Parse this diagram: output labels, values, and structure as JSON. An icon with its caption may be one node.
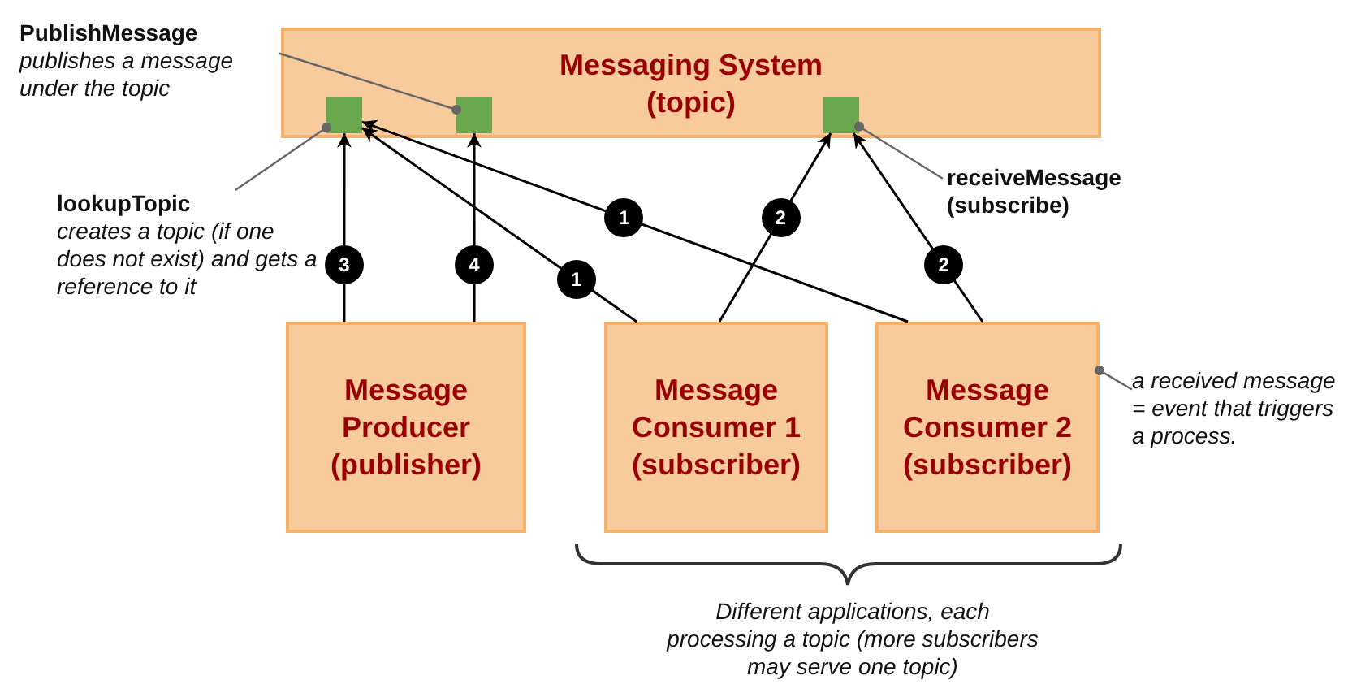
{
  "diagram": {
    "nodes": [
      {
        "text": [
          "Messaging System (topic)"
        ]
      },
      {
        "text": [],
        "shape": "box",
        "in": 0
      },
      {
        "text": [],
        "shape": "box",
        "in": 0
      },
      {
        "text": [],
        "shape": "box",
        "in": 0
      },
      {
        "text": [
          "Message Producer (publisher)"
        ]
      },
      {
        "text": [
          "Message Consumer 1 (subscriber)"
        ]
      },
      {
        "text": [
          "Message Consumer 2 (subscriber)"
        ]
      },
      {
        "text": [
          "PublishMessage",
          "publishes a message under the topic"
        ]
      },
      {
        "text": [
          "lookupTopic",
          "creates a topic (if one does not exist) and gets a reference to it"
        ]
      },
      {
        "text": [
          "receiveMessage (subscribe)"
        ]
      },
      {
        "text": [
          "a received message = event that triggers a process."
        ]
      }
    ],
    "edges": [
      {
        "from": 4,
        "to": 1,
        "arrow": "to",
        "label": "3"
      },
      {
        "from": 4,
        "to": 2,
        "arrow": "to",
        "label": "4"
      },
      {
        "from": 5,
        "to": 1,
        "arrow": "to",
        "label": "1"
      },
      {
        "from": 6,
        "to": 1,
        "arrow": "to",
        "label": "1"
      },
      {
        "from": 5,
        "to": 3,
        "arrow": "to",
        "label": "2"
      },
      {
        "from": 6,
        "to": 3,
        "arrow": "to",
        "label": "2"
      },
      {
        "from": 7,
        "to": 2,
        "arrow": "other",
        "color": "#666666"
      },
      {
        "from": 8,
        "to": 1,
        "arrow": "other",
        "color": "#666666"
      },
      {
        "from": 9,
        "to": 3,
        "arrow": "other",
        "color": "#666666"
      },
      {
        "from": 10,
        "to": 6,
        "arrow": "other",
        "color": "#666666"
      }
    ],
    "labels": [
      "Different applications, each processing a topic (more subscribers may serve one topic)"
    ]
  }
}
